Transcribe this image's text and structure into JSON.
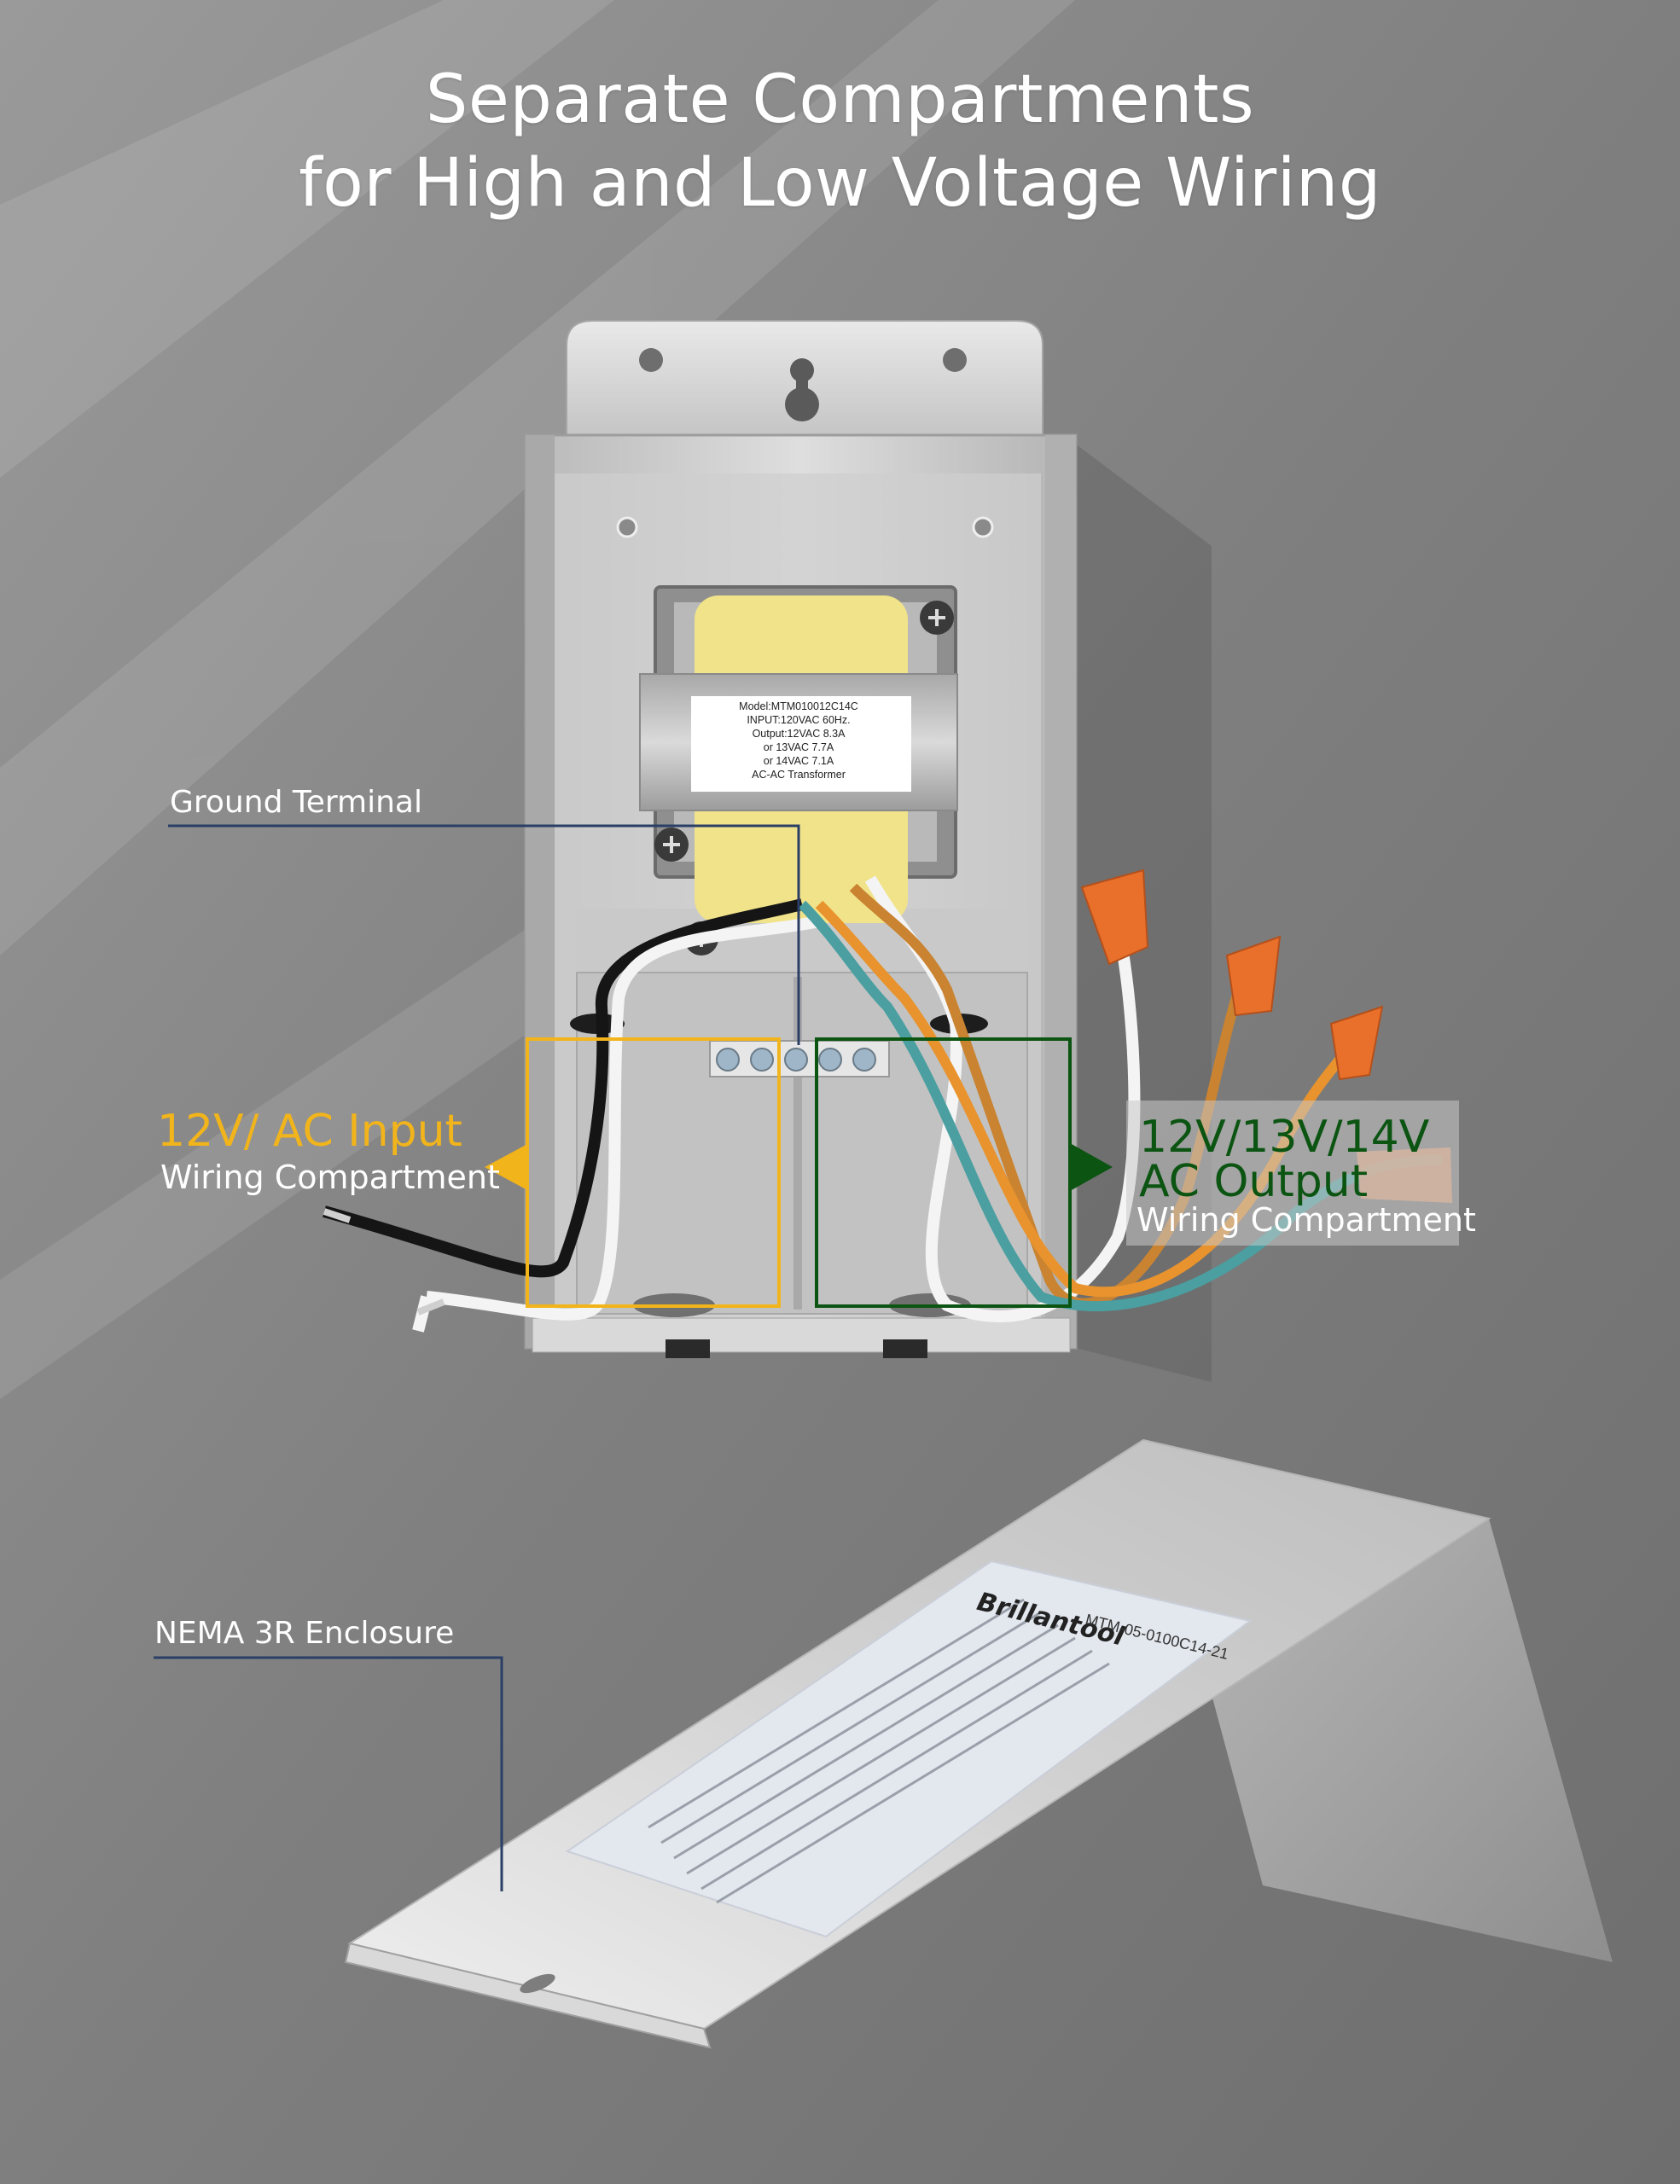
{
  "title": {
    "line1": "Separate Compartments",
    "line2": "for High and Low Voltage Wiring"
  },
  "callouts": {
    "ground_terminal": "Ground Terminal",
    "input_main": "12V/ AC Input",
    "input_sub": "Wiring Compartment",
    "output_line1": "12V/13V/14V",
    "output_line2": "AC Output",
    "output_sub": "Wiring Compartment",
    "enclosure": "NEMA 3R Enclosure"
  },
  "transformer_label": {
    "lines": [
      "Model:MTM010012C14C",
      "INPUT:120VAC 60Hz.",
      "Output:12VAC 8.3A",
      "or 13VAC 7.7A",
      "or 14VAC 7.1A",
      "AC-AC Transformer"
    ]
  },
  "cover_label": {
    "brand": "Brillantool",
    "model": "MTM-05-0100C14-21"
  },
  "colors": {
    "background": "#7e7e7e",
    "input_accent": "#f2b41b",
    "output_accent": "#0b5412",
    "callout_line": "#2a3e66"
  }
}
